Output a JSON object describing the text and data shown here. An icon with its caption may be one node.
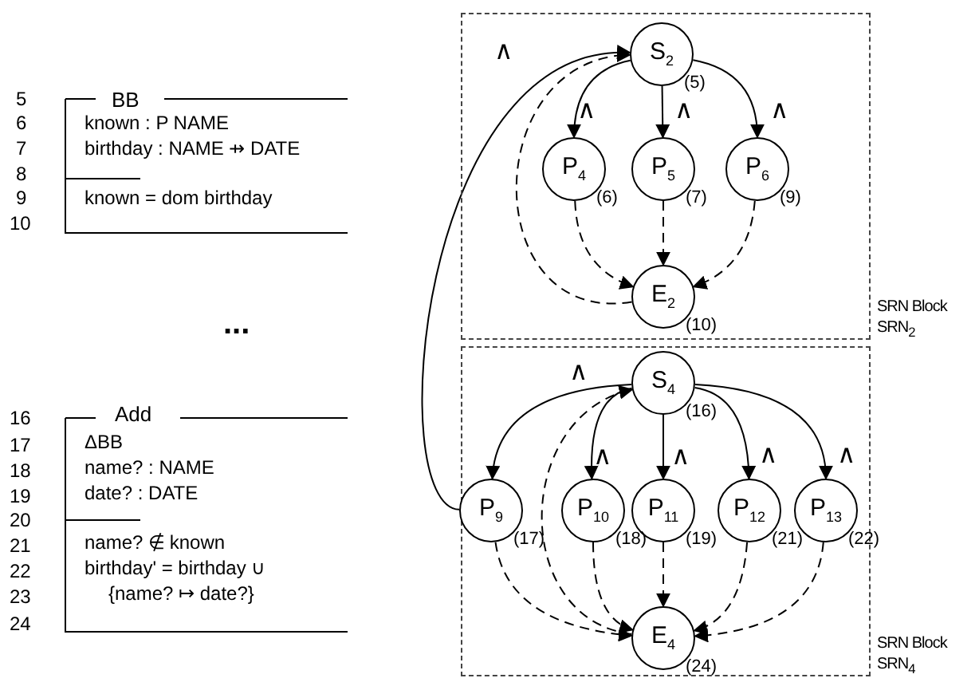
{
  "diagram": {
    "nodes": [
      {
        "text": [],
        "shape": "box",
        "beside": [
          "SRN Block SRN$_{2}$"
        ]
      },
      {
        "text": [
          "S$_{2}$"
        ],
        "in": 0,
        "beside": [
          "(5)"
        ]
      },
      {
        "text": [
          "P$_{4}$"
        ],
        "in": 0,
        "beside": [
          "(6)"
        ]
      },
      {
        "text": [
          "P$_{5}$"
        ],
        "in": 0,
        "beside": [
          "(7)"
        ]
      },
      {
        "text": [
          "P$_{6}$"
        ],
        "in": 0,
        "beside": [
          "(9)"
        ]
      },
      {
        "text": [
          "E$_{2}$"
        ],
        "in": 0,
        "beside": [
          "(10)"
        ]
      },
      {
        "text": [],
        "shape": "box",
        "beside": [
          "SRN Block SRN$_{4}$"
        ]
      },
      {
        "text": [
          "S$_{4}$"
        ],
        "in": 6,
        "beside": [
          "(16)"
        ]
      },
      {
        "text": [
          "P$_{9}$"
        ],
        "in": 6,
        "beside": [
          "(17)"
        ]
      },
      {
        "text": [
          "P$_{10}$"
        ],
        "in": 6,
        "beside": [
          "(18)"
        ]
      },
      {
        "text": [
          "P$_{11}$"
        ],
        "in": 6,
        "beside": [
          "(19)"
        ]
      },
      {
        "text": [
          "P$_{12}$"
        ],
        "in": 6,
        "beside": [
          "(21)"
        ]
      },
      {
        "text": [
          "P$_{13}$"
        ],
        "in": 6,
        "beside": [
          "(22)"
        ]
      },
      {
        "text": [
          "E$_{4}$"
        ],
        "in": 6,
        "beside": [
          "(24)"
        ]
      }
    ],
    "edges": [
      {
        "from": 1,
        "to": 2,
        "arrow": "to"
      },
      {
        "from": 1,
        "to": 3,
        "arrow": "to"
      },
      {
        "from": 1,
        "to": 4,
        "arrow": "to"
      },
      {
        "from": 2,
        "to": 5,
        "arrow": "to",
        "style": "dashed"
      },
      {
        "from": 3,
        "to": 5,
        "arrow": "to",
        "style": "dashed"
      },
      {
        "from": 4,
        "to": 5,
        "arrow": "to",
        "style": "dashed"
      },
      {
        "from": 5,
        "to": 1,
        "arrow": "to",
        "style": "dashed"
      },
      {
        "from": 7,
        "to": 8,
        "arrow": "to"
      },
      {
        "from": 7,
        "to": 9,
        "arrow": "to"
      },
      {
        "from": 7,
        "to": 10,
        "arrow": "to"
      },
      {
        "from": 7,
        "to": 11,
        "arrow": "to"
      },
      {
        "from": 7,
        "to": 12,
        "arrow": "to"
      },
      {
        "from": 8,
        "to": 13,
        "arrow": "to",
        "style": "dashed"
      },
      {
        "from": 9,
        "to": 13,
        "arrow": "to",
        "style": "dashed"
      },
      {
        "from": 10,
        "to": 13,
        "arrow": "to",
        "style": "dashed"
      },
      {
        "from": 11,
        "to": 13,
        "arrow": "to",
        "style": "dashed"
      },
      {
        "from": 12,
        "to": 13,
        "arrow": "to",
        "style": "dashed"
      },
      {
        "from": 13,
        "to": 7,
        "arrow": "to",
        "style": "dashed"
      },
      {
        "from": 8,
        "to": 1,
        "arrow": "to"
      }
    ],
    "labels": [
      "5",
      "BB",
      "6",
      "known : P NAME",
      "7",
      "birthday : NAME ⇸ DATE",
      "8",
      "9",
      "known = dom birthday",
      "10",
      "...",
      "16",
      "Add",
      "17",
      "ΔBB",
      "18",
      "name? : NAME",
      "19",
      "date? : DATE",
      "20",
      "21",
      "name? ∉ known",
      "22",
      "birthday' = birthday ∪",
      "23",
      "{name? ↦ date?}",
      "24",
      "∧",
      "∧",
      "∧",
      "∧",
      "∧",
      "∧",
      "∧",
      "∧",
      "∧"
    ]
  }
}
